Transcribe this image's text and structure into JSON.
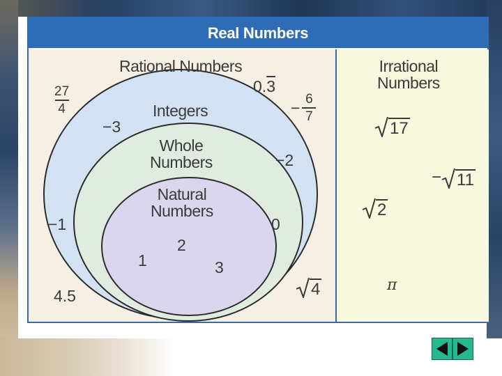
{
  "diagram": {
    "title": "Real Numbers",
    "rational": {
      "label": "Rational Numbers",
      "examples": {
        "fraction_27_4": {
          "numerator": "27",
          "denominator": "4"
        },
        "repeating": {
          "whole": "0.",
          "repeat": "3"
        },
        "neg_fraction": {
          "sign": "−",
          "numerator": "6",
          "denominator": "7"
        },
        "neg_one": "−1",
        "four_point_five": "4.5"
      }
    },
    "integers": {
      "label": "Integers",
      "examples": {
        "neg_three": "−3",
        "neg_two": "−2",
        "sqrt_four": "4"
      }
    },
    "whole": {
      "label_line1": "Whole",
      "label_line2": "Numbers",
      "examples": {
        "zero": "0"
      }
    },
    "natural": {
      "label_line1": "Natural",
      "label_line2": "Numbers",
      "examples": {
        "one": "1",
        "two": "2",
        "three": "3"
      }
    },
    "irrational": {
      "label_line1": "Irrational",
      "label_line2": "Numbers",
      "examples": {
        "sqrt_17": "17",
        "neg_sign": "−",
        "sqrt_11": "11",
        "sqrt_2": "2",
        "pi": "π"
      }
    }
  },
  "nav": {
    "prev_icon": "triangle-left-icon",
    "next_icon": "triangle-right-icon"
  },
  "colors": {
    "title_bar": "#2e6cb5",
    "rational_bg": "#f6efe4",
    "irrational_bg": "#f8f8df",
    "integers_fill": "#d3e2f3",
    "whole_fill": "#e0ecdf",
    "natural_fill": "#d9d6ee",
    "nav_button": "#27b892"
  }
}
